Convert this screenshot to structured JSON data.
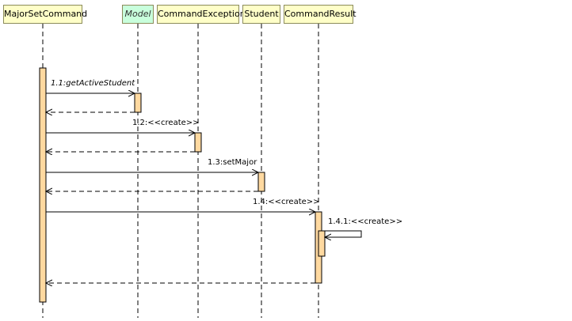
{
  "diagram": {
    "participants": [
      {
        "id": "p1",
        "label": "MajorSetCommand",
        "style": "yellow"
      },
      {
        "id": "p2",
        "label": "Model",
        "style": "green"
      },
      {
        "id": "p3",
        "label": "CommandException",
        "style": "yellow"
      },
      {
        "id": "p4",
        "label": "Student",
        "style": "yellow"
      },
      {
        "id": "p5",
        "label": "CommandResult",
        "style": "yellow"
      }
    ],
    "messages": [
      {
        "id": "m1",
        "label": "1.1:getActiveStudent",
        "from": "MajorSetCommand",
        "to": "Model"
      },
      {
        "id": "m2",
        "label": "1.2:<<create>>",
        "from": "MajorSetCommand",
        "to": "CommandException"
      },
      {
        "id": "m3",
        "label": "1.3:setMajor",
        "from": "MajorSetCommand",
        "to": "Student"
      },
      {
        "id": "m4",
        "label": "1.4:<<create>>",
        "from": "MajorSetCommand",
        "to": "CommandResult"
      },
      {
        "id": "m5",
        "label": "1.4.1:<<create>>",
        "from": "CommandResult",
        "to": "CommandResult"
      }
    ],
    "colors": {
      "participant_fill": "#ffffc8",
      "model_fill": "#c8ffdc",
      "activation_fill": "#ffd9a0",
      "border": "#8c8c5a"
    }
  }
}
